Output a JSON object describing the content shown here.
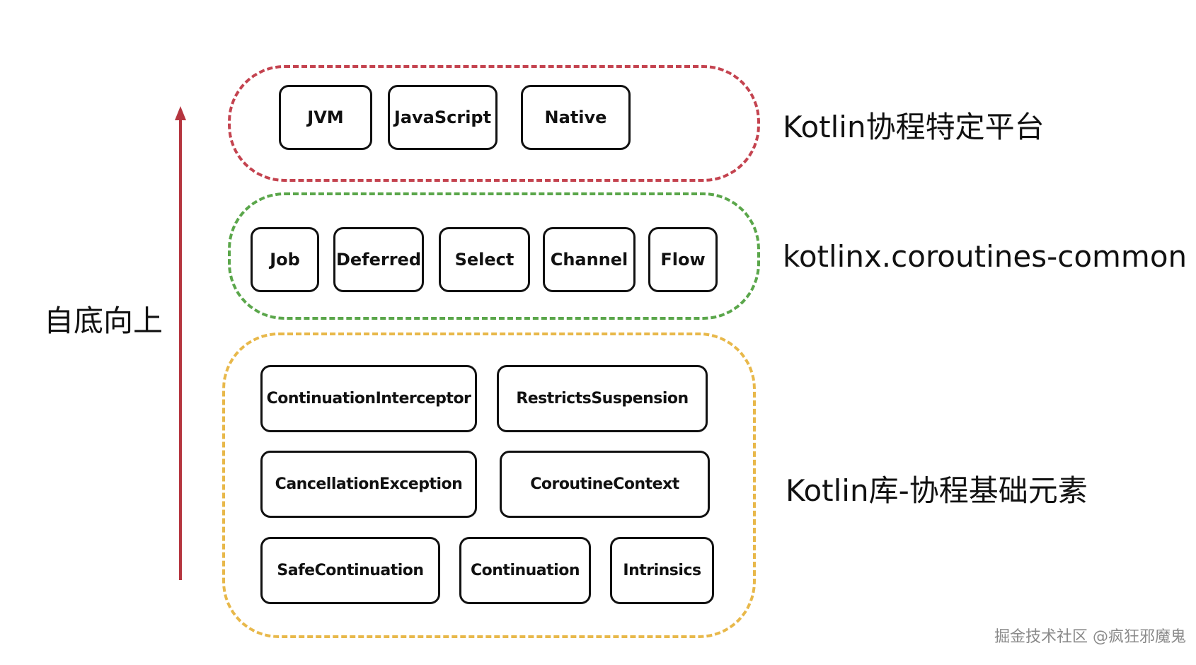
{
  "layers": {
    "platform": {
      "label": "Kotlin协程特定平台",
      "border_color": "#c4434f",
      "items": [
        "JVM",
        "JavaScript",
        "Native"
      ]
    },
    "common": {
      "label": "kotlinx.coroutines-common",
      "border_color": "#5aa64a",
      "items": [
        "Job",
        "Deferred",
        "Select",
        "Channel",
        "Flow"
      ]
    },
    "base": {
      "label": "Kotlin库-协程基础元素",
      "border_color": "#e8b84a",
      "items": [
        "ContinuationInterceptor",
        "RestrictsSuspension",
        "CancellationException",
        "CoroutineContext",
        "SafeContinuation",
        "Continuation",
        "Intrinsics"
      ]
    }
  },
  "direction": {
    "label": "自底向上",
    "arrow_color": "#b5353f"
  },
  "watermark": "掘金技术社区 @疯狂邪魔鬼"
}
